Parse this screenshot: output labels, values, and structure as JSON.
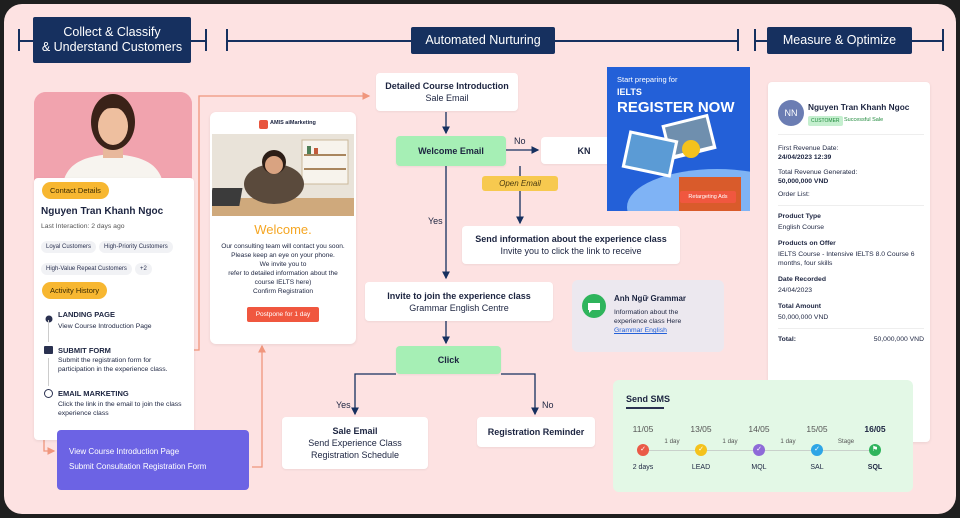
{
  "headers": {
    "collect": "Collect & Classify\n& Understand Customers",
    "collect_line1": "Collect & Classify",
    "collect_line2": "& Understand Customers",
    "nurture": "Automated Nurturing",
    "measure": "Measure & Optimize"
  },
  "profile": {
    "contact_details_label": "Contact Details",
    "name": "Nguyen Tran Khanh Ngoc",
    "last_interaction": "Last Interaction: 2 days ago",
    "tags": [
      "Loyal Customers",
      "High-Priority Customers",
      "High-Value Repeat Customers",
      "+2"
    ],
    "activity_history_label": "Activity History",
    "activities": [
      {
        "title": "LANDING PAGE",
        "desc": "View Course Introduction Page"
      },
      {
        "title": "SUBMIT FORM",
        "desc": "Submit the registration form for participation in the experience class."
      },
      {
        "title": "EMAIL MARKETING",
        "desc": "Click the link in the email to join the class experience class"
      }
    ]
  },
  "purple_box": {
    "line1": "View Course Introduction Page",
    "line2": "Submit Consultation Registration Form"
  },
  "email_preview": {
    "brand": "AMIS aiMarketing",
    "welcome": "Welcome.",
    "body1": "Our consulting team will contact you soon.",
    "body2": "Please keep an eye on your phone.",
    "body3": "We invite you to",
    "body4": "refer to detailed information about the",
    "body5": "course IELTS here)",
    "body6": "Confirm Registration",
    "button": "Postpone for 1 day"
  },
  "flow": {
    "course_intro_title": "Detailed Course Introduction",
    "course_intro_sub": "Sale Email",
    "welcome_email": "Welcome Email",
    "no1": "No",
    "kn": "KN",
    "open_email": "Open Email",
    "yes1": "Yes",
    "send_info_title": "Send information about the experience class",
    "send_info_sub": "Invite you to click the link to receive",
    "invite_title": "Invite to join the experience class",
    "invite_sub": "Grammar English Centre",
    "click": "Click",
    "yes2": "Yes",
    "no2": "No",
    "sale_email_title": "Sale Email",
    "sale_email_line2": "Send Experience Class",
    "sale_email_line3": "Registration Schedule",
    "reg_reminder": "Registration Reminder"
  },
  "ad": {
    "prep": "Start preparing for",
    "ielts": "IELTS",
    "register": "REGISTER NOW",
    "retarget": "Retargeting Ads"
  },
  "grammar_msg": {
    "sender": "Anh Ngữ Grammar",
    "line1": "Information about the",
    "line2": "experience class Here",
    "link": "Grammar English"
  },
  "customer_panel": {
    "initials": "NN",
    "name": "Nguyen Tran Khanh Ngoc",
    "badge": "CUSTOMER",
    "status": "Successful Sale",
    "first_rev_label": "First Revenue Date:",
    "first_rev_value": "24/04/2023 12:39",
    "total_rev_label": "Total Revenue Generated:",
    "total_rev_value": "50,000,000 VND",
    "order_list": "Order List:",
    "product_type_label": "Product Type",
    "product_type_value": "English Course",
    "products_label": "Products on Offer",
    "products_value": "IELTS Course - Intensive IELTS 8.0 Course 6 months, four skills",
    "date_label": "Date Recorded",
    "date_value": "24/04/2023",
    "amount_label": "Total Amount",
    "amount_value": "50,000,000 VND",
    "total_label": "Total:",
    "total_value": "50,000,000 VND"
  },
  "sms": {
    "title": "Send SMS",
    "dates": [
      "11/05",
      "13/05",
      "14/05",
      "15/05",
      "16/05"
    ],
    "gaps": [
      "1 day",
      "1 day",
      "1 day",
      "Stage"
    ],
    "stages": [
      "2 days",
      "LEAD",
      "MQL",
      "SAL",
      "SQL"
    ],
    "colors": [
      "#ea5a47",
      "#f4c21c",
      "#8e6ad8",
      "#2ea5e6",
      "#2fb45c"
    ]
  },
  "colors": {
    "navy": "#16305f",
    "pink_bg": "#fde2e2",
    "green_node": "#a6efb5",
    "orange": "#f7b731",
    "purple": "#6c63e4",
    "blue_ad": "#2360d8"
  }
}
